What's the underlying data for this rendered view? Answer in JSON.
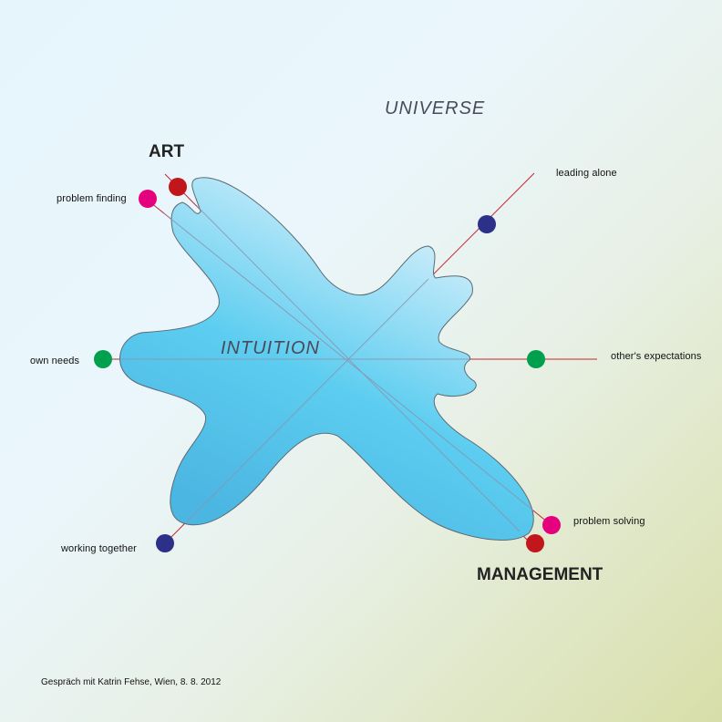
{
  "labels": {
    "universe": "UNIVERSE",
    "intuition": "INTUITION",
    "art": "ART",
    "management": "MANAGEMENT",
    "problem_finding": "problem finding",
    "problem_solving": "problem solving",
    "leading_alone": "leading alone",
    "working_together": "working together",
    "own_needs": "own needs",
    "others_expectations": "other's expectations"
  },
  "credit": "Gespräch mit Katrin Fehse, Wien, 8. 8. 2012",
  "colors": {
    "axis_line": "#c0282e",
    "blob_light": "#d4effb",
    "blob_dark": "#4dc3ea",
    "blob_stroke": "#5c6a72",
    "dot_red": "#c0161c",
    "dot_magenta": "#e5007e",
    "dot_blue": "#2c3088",
    "dot_green": "#00a04c"
  }
}
